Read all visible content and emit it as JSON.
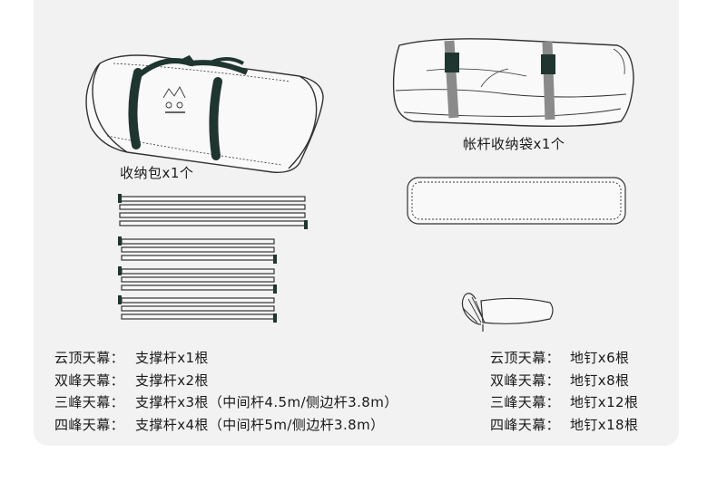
{
  "captions": {
    "storage_bag": "收纳包x1个",
    "pole_bag": "帐杆收纳袋x1个"
  },
  "poles_list": [
    {
      "tent": "云顶天幕：",
      "detail": "支撑杆x1根"
    },
    {
      "tent": "双峰天幕：",
      "detail": "支撑杆x2根"
    },
    {
      "tent": "三峰天幕：",
      "detail": "支撑杆x3根（中间杆4.5m/侧边杆3.8m）"
    },
    {
      "tent": "四峰天幕：",
      "detail": "支撑杆x4根（中间杆5m/侧边杆3.8m）"
    }
  ],
  "stakes_list": [
    {
      "tent": "云顶天幕：",
      "detail": "地钉x6根"
    },
    {
      "tent": "双峰天幕：",
      "detail": "地钉x8根"
    },
    {
      "tent": "三峰天幕：",
      "detail": "地钉x12根"
    },
    {
      "tent": "四峰天幕：",
      "detail": "地钉x18根"
    }
  ],
  "colors": {
    "card_bg": "#f2f2f2",
    "strap_dark": "#1f3530",
    "strap_grey": "#8a8a8a",
    "line": "#333333"
  }
}
